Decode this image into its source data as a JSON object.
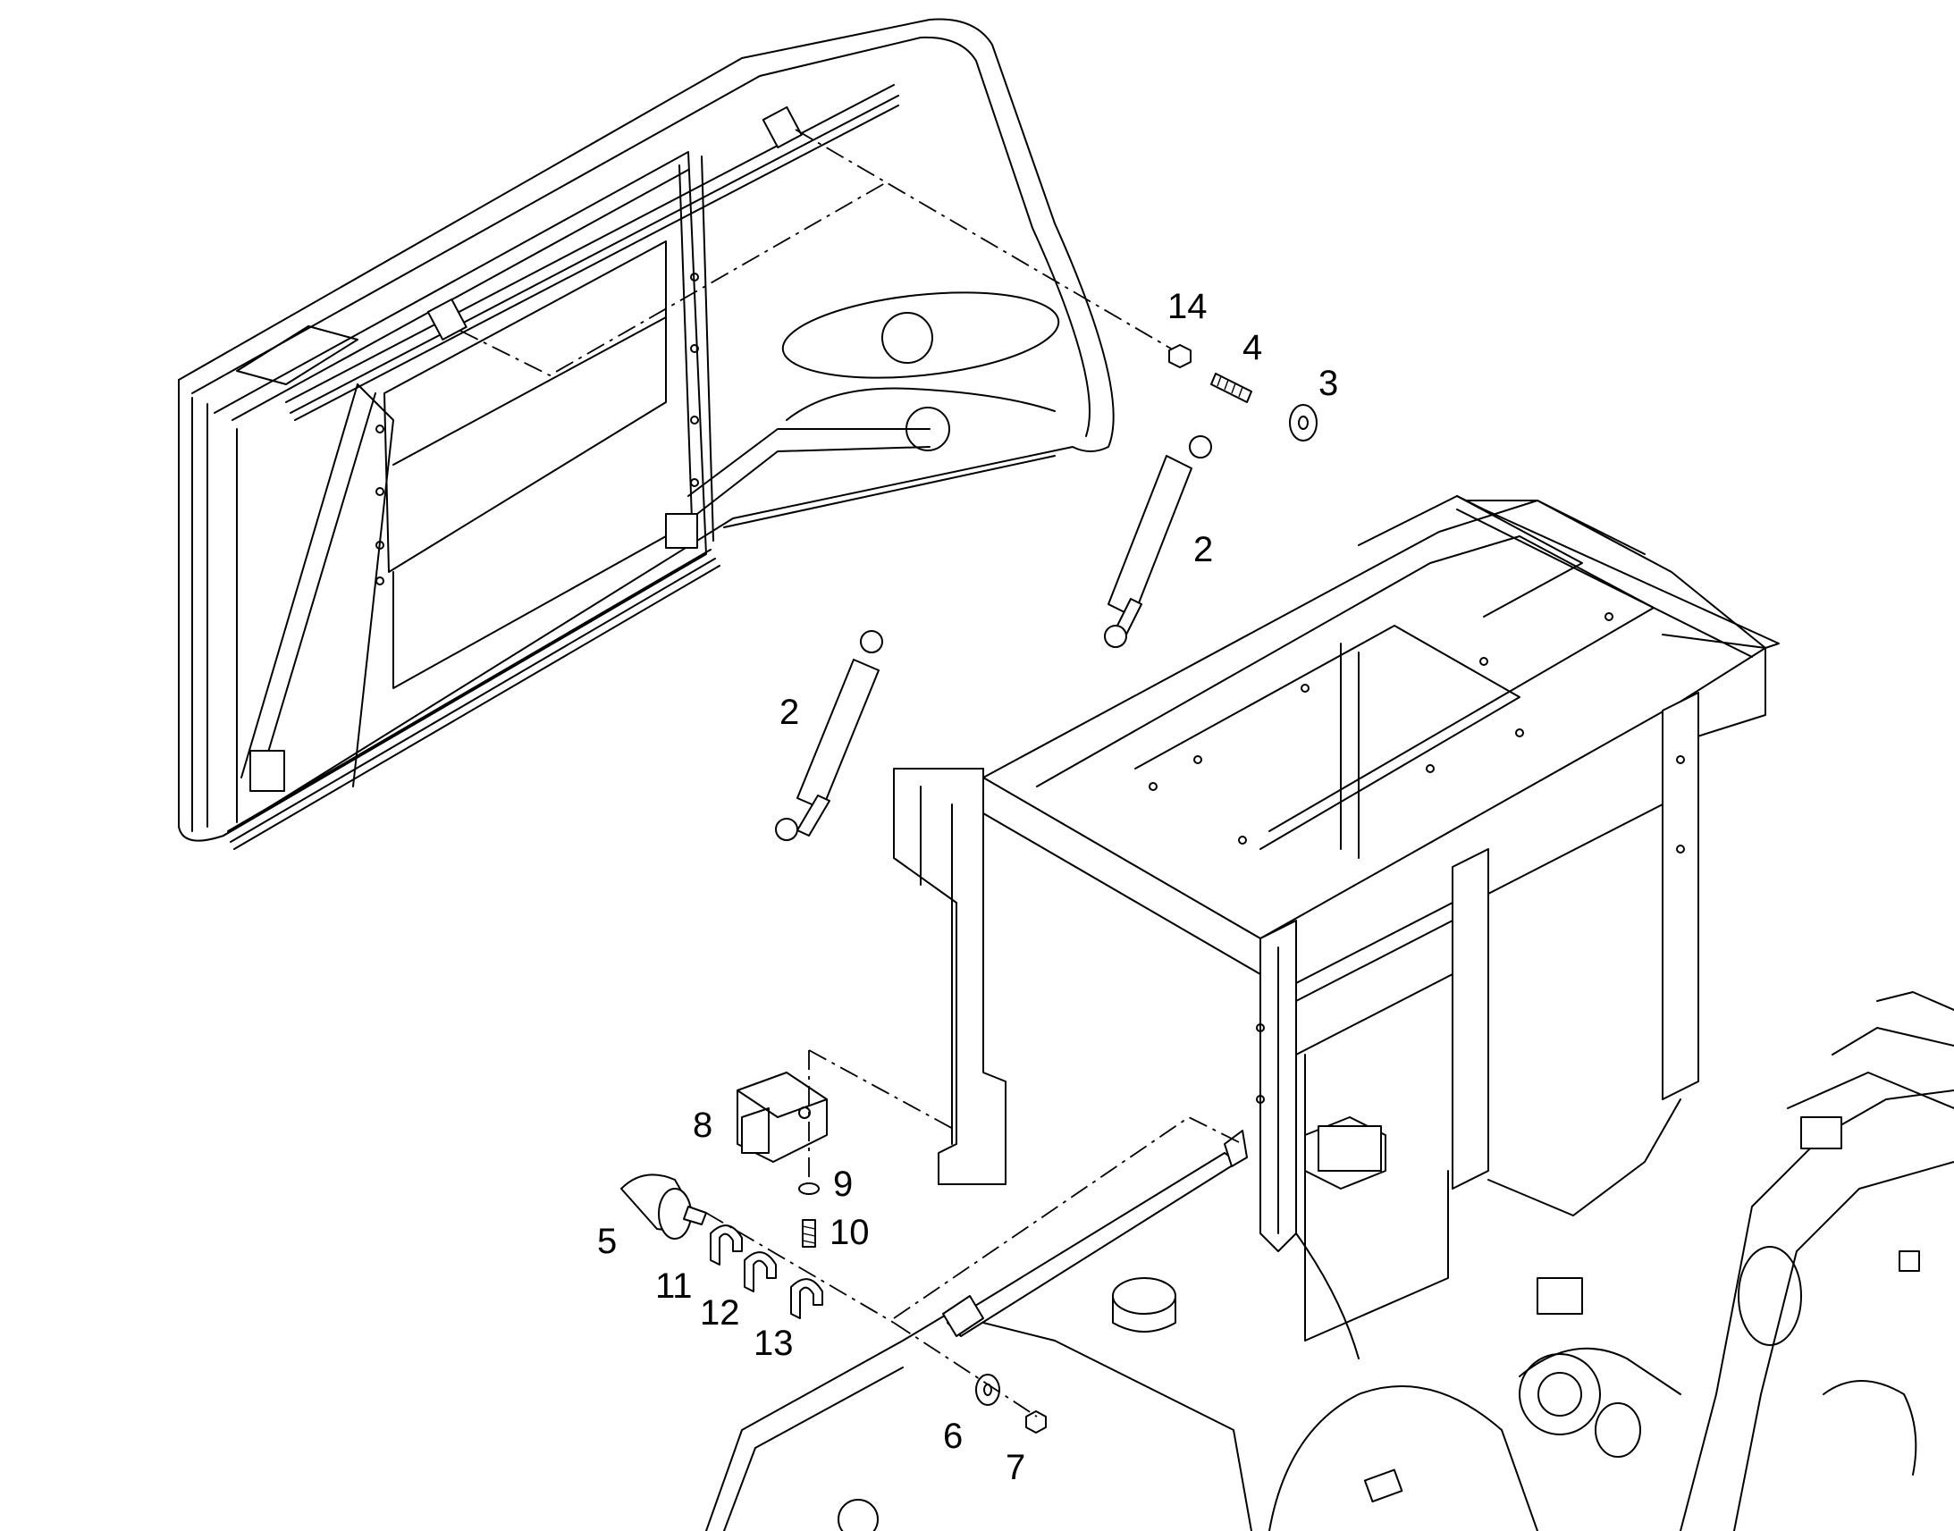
{
  "callouts": [
    {
      "id": "c14",
      "text": "14"
    },
    {
      "id": "c4",
      "text": "4"
    },
    {
      "id": "c3",
      "text": "3"
    },
    {
      "id": "c2a",
      "text": "2"
    },
    {
      "id": "c2b",
      "text": "2"
    },
    {
      "id": "c8",
      "text": "8"
    },
    {
      "id": "c9",
      "text": "9"
    },
    {
      "id": "c10",
      "text": "10"
    },
    {
      "id": "c5",
      "text": "5"
    },
    {
      "id": "c11",
      "text": "11"
    },
    {
      "id": "c12",
      "text": "12"
    },
    {
      "id": "c13",
      "text": "13"
    },
    {
      "id": "c6",
      "text": "6"
    },
    {
      "id": "c7",
      "text": "7"
    }
  ]
}
